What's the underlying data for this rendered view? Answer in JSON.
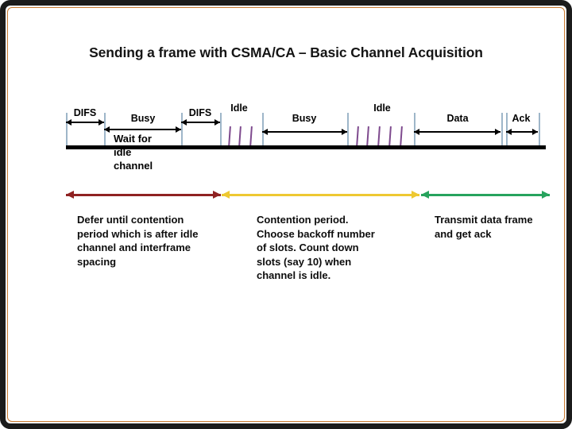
{
  "slide_title": "Sending a frame with CSMA/CA – Basic Channel Acquisition",
  "timeline": {
    "segments": [
      "DIFS",
      "Busy",
      "DIFS",
      "Idle",
      "Busy",
      "Idle",
      "Data",
      "Ack"
    ],
    "wait_label": "Wait for\nidle\nchannel"
  },
  "phases": [
    {
      "name": "defer",
      "description": "Defer until contention\nperiod which is after idle\nchannel and interframe\nspacing",
      "arrow_color": "#8f2222"
    },
    {
      "name": "contention",
      "description": "Contention period.\nChoose backoff number\nof slots. Count down\nslots (say 10) when\nchannel is idle.",
      "arrow_color": "#eec831"
    },
    {
      "name": "transmit",
      "description": "Transmit data frame\nand get ack",
      "arrow_color": "#27a35d"
    }
  ],
  "colors": {
    "title_text": "#151515",
    "tick_mark": "#9eb6c9",
    "slot_mark": "#7e4a8e",
    "measure_arrow": "#000000",
    "baseline": "#000000",
    "frame_border": "#1b1b1b",
    "frame_accent": "#c8792f"
  }
}
